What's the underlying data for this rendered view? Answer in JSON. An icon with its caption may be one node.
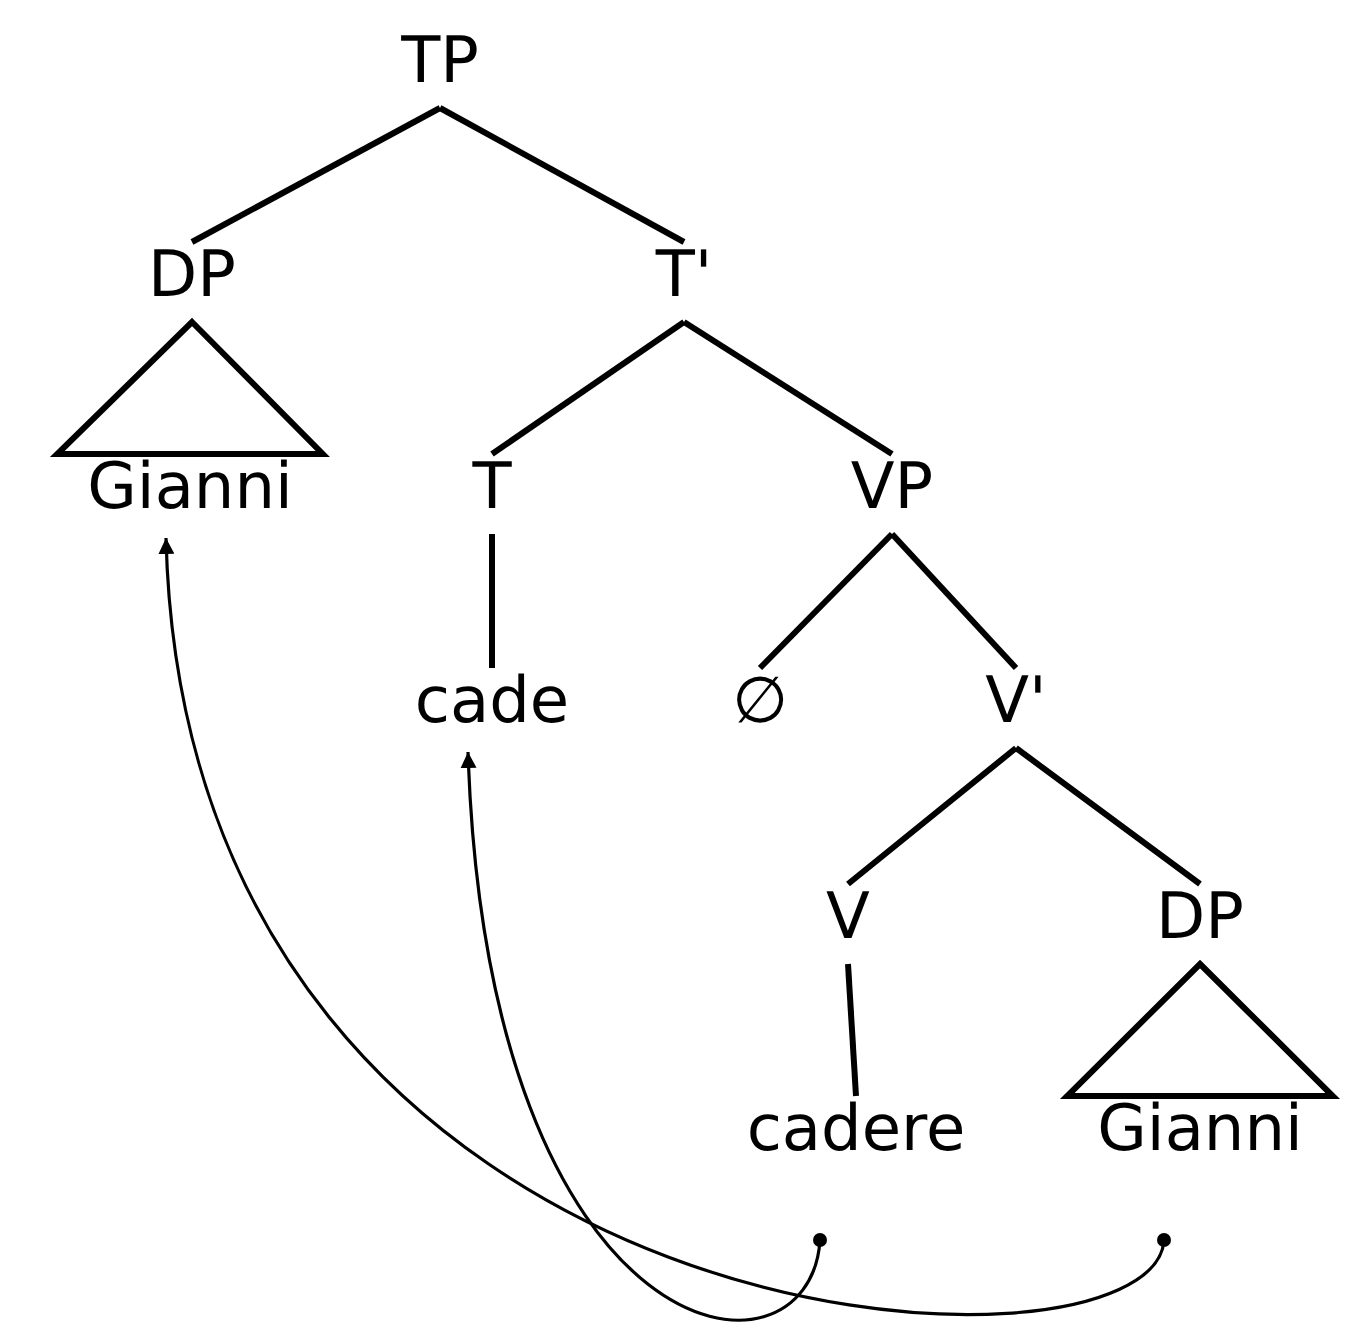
{
  "diagram": {
    "nodes": [
      {
        "text": [
          "TP"
        ]
      },
      {
        "text": [
          "DP"
        ]
      },
      {
        "text": [
          "T'"
        ]
      },
      {
        "text": [
          "Gianni"
        ]
      },
      {
        "text": [
          "T"
        ]
      },
      {
        "text": [
          "VP"
        ]
      },
      {
        "text": [
          "cade"
        ]
      },
      {
        "text": [
          "∅"
        ]
      },
      {
        "text": [
          "V'"
        ]
      },
      {
        "text": [
          "V"
        ]
      },
      {
        "text": [
          "DP"
        ]
      },
      {
        "text": [
          "cadere"
        ]
      },
      {
        "text": [
          "Gianni"
        ]
      }
    ],
    "edges": [
      {
        "from": 0,
        "to": 1,
        "arrow": "none"
      },
      {
        "from": 0,
        "to": 2,
        "arrow": "none"
      },
      {
        "from": 1,
        "to": 3,
        "arrow": "none"
      },
      {
        "from": 2,
        "to": 4,
        "arrow": "none"
      },
      {
        "from": 2,
        "to": 5,
        "arrow": "none"
      },
      {
        "from": 4,
        "to": 6,
        "arrow": "none"
      },
      {
        "from": 5,
        "to": 7,
        "arrow": "none"
      },
      {
        "from": 5,
        "to": 8,
        "arrow": "none"
      },
      {
        "from": 8,
        "to": 9,
        "arrow": "none"
      },
      {
        "from": 8,
        "to": 10,
        "arrow": "none"
      },
      {
        "from": 9,
        "to": 11,
        "arrow": "none"
      },
      {
        "from": 10,
        "to": 12,
        "arrow": "none"
      },
      {
        "from": 11,
        "to": 6,
        "arrow": "to"
      },
      {
        "from": 12,
        "to": 3,
        "arrow": "to"
      }
    ]
  }
}
